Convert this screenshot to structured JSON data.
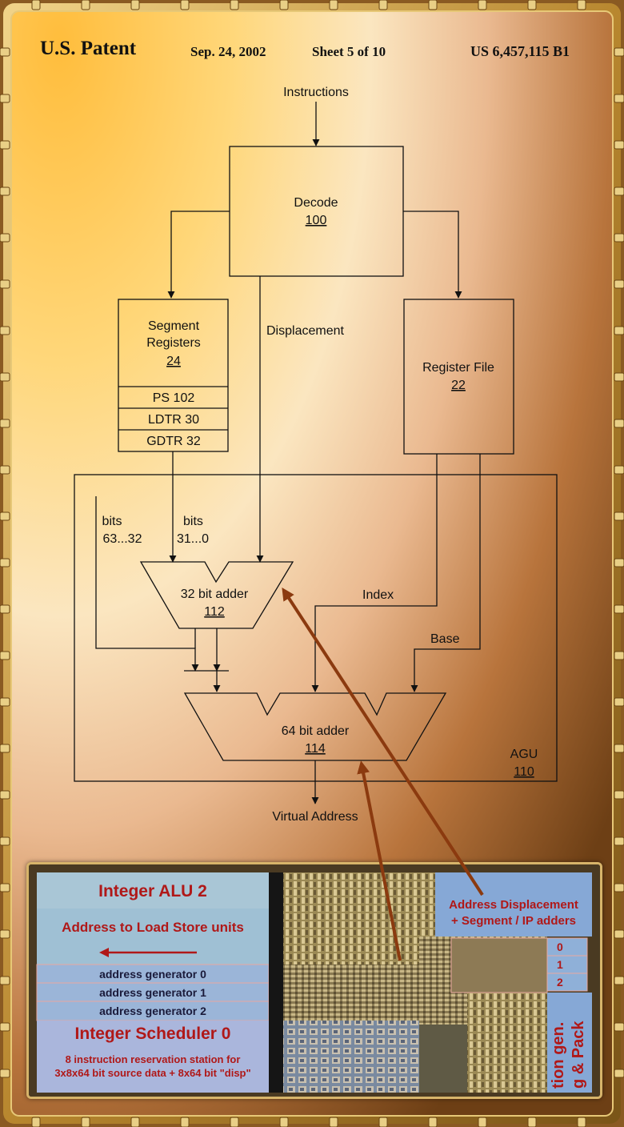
{
  "header": {
    "left": "U.S. Patent",
    "date": "Sep. 24, 2002",
    "sheet": "Sheet 5 of 10",
    "number": "US 6,457,115 B1"
  },
  "diagram": {
    "instructions": "Instructions",
    "decode": {
      "name": "Decode",
      "ref": "100"
    },
    "displacement": "Displacement",
    "segment_registers": {
      "name_line1": "Segment",
      "name_line2": "Registers",
      "ref": "24",
      "rows": [
        "PS 102",
        "LDTR 30",
        "GDTR 32"
      ]
    },
    "register_file": {
      "name": "Register File",
      "ref": "22"
    },
    "bits_high": {
      "line1": "bits",
      "line2": "63...32"
    },
    "bits_low": {
      "line1": "bits",
      "line2": "31...0"
    },
    "adder32": {
      "name": "32 bit adder",
      "ref": "112"
    },
    "adder64": {
      "name": "64 bit adder",
      "ref": "114"
    },
    "index": "Index",
    "base": "Base",
    "agu": {
      "name": "AGU",
      "ref": "110"
    },
    "virtual_address": "Virtual Address"
  },
  "die_photo": {
    "integer_alu": "Integer ALU 2",
    "address_to_ls": "Address to Load Store units",
    "generators": [
      "address generator 0",
      "address generator 1",
      "address generator 2"
    ],
    "scheduler_title": "Integer Scheduler 0",
    "scheduler_desc_line1": "8 instruction reservation station for",
    "scheduler_desc_line2": "3x8x64 bit source data + 8x64 bit \"disp\"",
    "adders_label_line1": "Address Displacement",
    "adders_label_line2": "+ Segment / IP adders",
    "adder_indices": [
      "0",
      "1",
      "2"
    ],
    "side_text_line1": "tion gen.",
    "side_text_line2": "g & Pack"
  },
  "colors": {
    "arrow": "#8b3a0f",
    "label_red": "#b01818",
    "frame_gold": "#c9a24e"
  }
}
